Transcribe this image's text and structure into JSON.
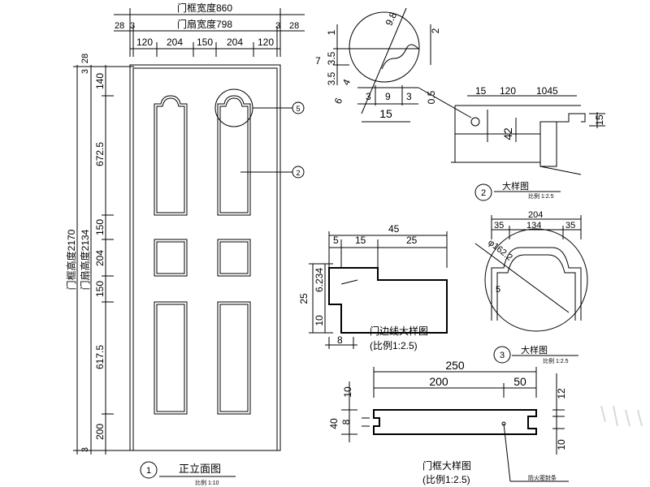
{
  "elevation": {
    "frame_width_label": "门框宽度860",
    "leaf_width_label": "门扇宽度798",
    "frame_height_label": "门框高度2170",
    "leaf_height_label": "门扇高度2134",
    "top_dims": [
      "28",
      "3",
      "120",
      "204",
      "150",
      "204",
      "120",
      "3",
      "28"
    ],
    "left_dims": [
      "28",
      "3",
      "140",
      "672.5",
      "150",
      "204",
      "150",
      "617.5",
      "200",
      "3"
    ],
    "callout_5": "5",
    "callout_2": "2",
    "view_number": "1",
    "title": "正立面图",
    "scale_note": "比例 1:10"
  },
  "detail_5": {
    "dims": [
      "9.8",
      "1",
      "2",
      "7",
      "3.5",
      "3.5",
      "4",
      "6",
      "3",
      "9",
      "3",
      "15",
      "0.5"
    ]
  },
  "detail_2": {
    "dims": [
      "15",
      "120",
      "1045",
      "15",
      "42"
    ],
    "number": "2",
    "title": "大样图",
    "scale_note": "比例 1:2.5"
  },
  "trim_profile": {
    "dims": [
      "45",
      "5",
      "15",
      "25",
      "25",
      "6.234",
      "10",
      "8"
    ],
    "title": "门边线大样图",
    "scale_note": "(比例1:2.5)"
  },
  "detail_3": {
    "dims": [
      "204",
      "35",
      "134",
      "35",
      "φ162.2",
      "5"
    ],
    "number": "3",
    "title": "大样图",
    "scale_note": "比例 1:2.5"
  },
  "frame_profile": {
    "dims": [
      "250",
      "200",
      "50",
      "10",
      "40",
      "8",
      "12",
      "10"
    ],
    "title": "门框大样图",
    "scale_note": "(比例1:2.5)",
    "leader_note": "防火密封条"
  }
}
